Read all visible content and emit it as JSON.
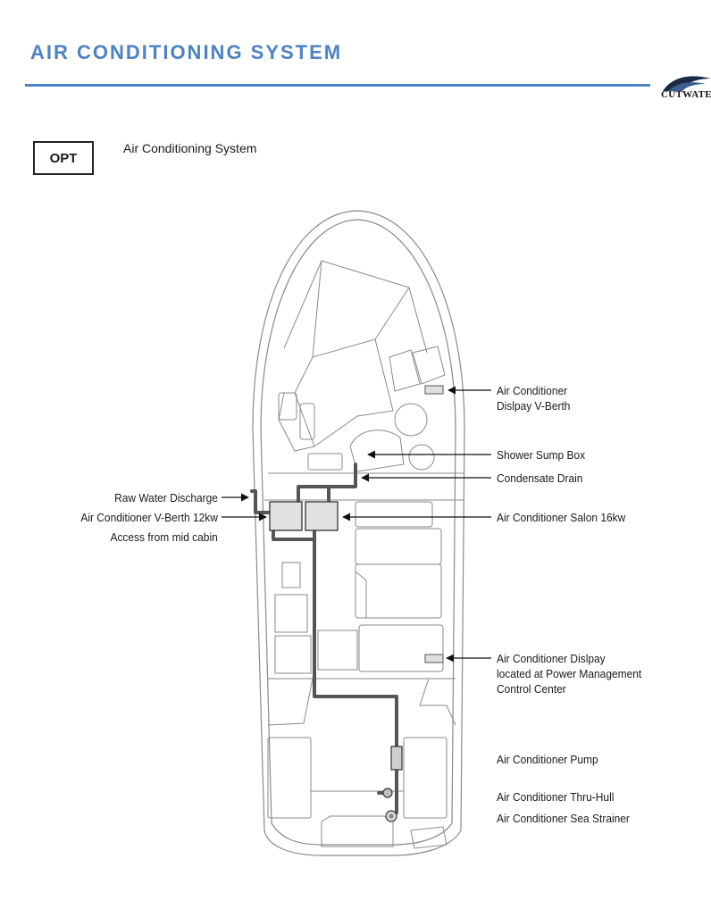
{
  "header": {
    "section_title": "AIR CONDITIONING SYSTEM",
    "logo_text": "CUTWATE"
  },
  "option": {
    "badge": "OPT",
    "caption": "Air Conditioning System"
  },
  "callouts": {
    "display_vberth_1": "Air Conditioner",
    "display_vberth_2": "Dislpay V-Berth",
    "shower_sump": "Shower Sump Box",
    "condensate_drain": "Condensate Drain",
    "raw_water_discharge": "Raw Water Discharge",
    "vberth_unit_1": "Air Conditioner V-Berth 12kw",
    "vberth_unit_2": "Access from mid cabin",
    "salon_unit": "Air Conditioner Salon 16kw",
    "display_pmc_1": "Air Conditioner Dislpay",
    "display_pmc_2": "located at Power Management",
    "display_pmc_3": "Control Center",
    "pump": "Air Conditioner Pump",
    "thru_hull": "Air Conditioner Thru-Hull",
    "sea_strainer": "Air Conditioner Sea Strainer"
  },
  "colors": {
    "accent": "#4d82c4",
    "plumbing": "#555555",
    "outline": "#8a8a8a"
  }
}
